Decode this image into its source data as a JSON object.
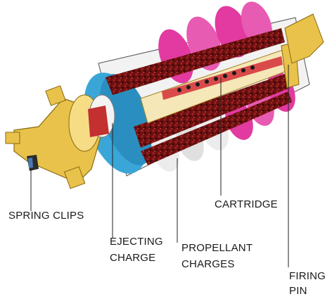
{
  "labels": {
    "spring_clips": "SPRING CLIPS",
    "cartridge": "CARTRIDGE",
    "ejecting_line1": "EJECTING",
    "ejecting_line2": "CHARGE",
    "propellant_line1": "PROPELLANT",
    "propellant_line2": "CHARGES",
    "firing_line1": "FIRING",
    "firing_line2": "PIN"
  },
  "colors": {
    "brass": "#e8c24a",
    "blue_casing": "#3aa6d8",
    "pink_casing": "#e23aa0",
    "propellant": "#7a1414",
    "leader_line": "#222222"
  }
}
